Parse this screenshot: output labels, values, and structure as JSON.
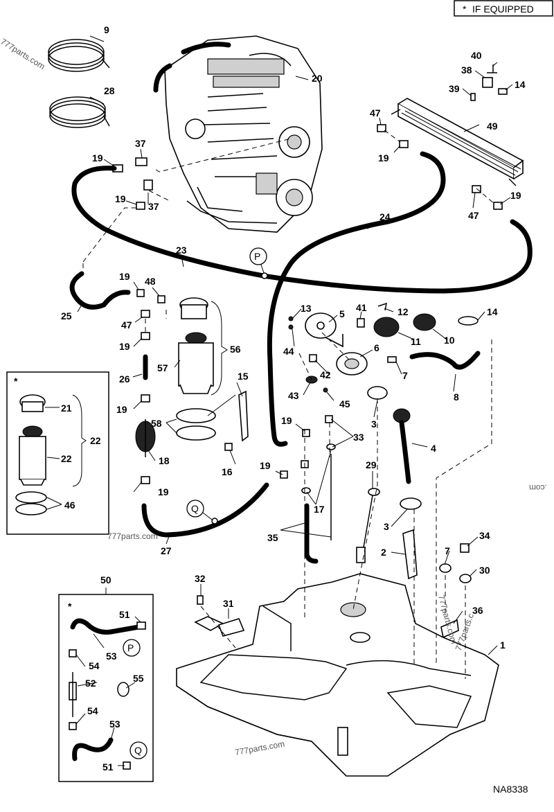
{
  "header": {
    "equipped_note": "IF EQUIPPED",
    "asterisk": "*"
  },
  "callouts": [
    "1",
    "2",
    "3",
    "3",
    "3",
    "4",
    "5",
    "6",
    "7",
    "7",
    "8",
    "9",
    "10",
    "11",
    "12",
    "13",
    "14",
    "14",
    "15",
    "16",
    "17",
    "18",
    "19",
    "19",
    "19",
    "19",
    "19",
    "19",
    "19",
    "19",
    "19",
    "19",
    "19",
    "20",
    "21",
    "22",
    "22",
    "23",
    "24",
    "25",
    "26",
    "27",
    "28",
    "29",
    "30",
    "31",
    "32",
    "33",
    "34",
    "35",
    "36",
    "37",
    "37",
    "38",
    "39",
    "40",
    "41",
    "42",
    "43",
    "44",
    "45",
    "46",
    "47",
    "47",
    "47",
    "48",
    "49",
    "50",
    "51",
    "51",
    "52",
    "53",
    "53",
    "54",
    "54",
    "55",
    "56",
    "57",
    "58"
  ],
  "connectors": {
    "p": "P",
    "q": "Q"
  },
  "inset_asterisks": [
    "*",
    "*"
  ],
  "watermarks": [
    "777parts.com",
    "777parts.com",
    "777parts.com",
    ".com",
    "777parts.c",
    "777parts.com"
  ],
  "drawing_id": "NA8338"
}
